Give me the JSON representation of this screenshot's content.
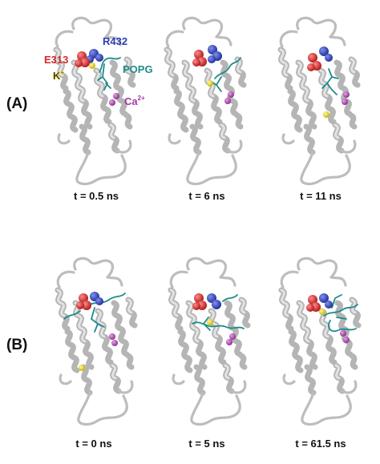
{
  "panels": [
    {
      "label": "(A)",
      "frames": [
        {
          "time": "t = 0.5 ns"
        },
        {
          "time": "t = 6 ns"
        },
        {
          "time": "t = 11 ns"
        }
      ]
    },
    {
      "label": "(B)",
      "frames": [
        {
          "time": "t = 0 ns"
        },
        {
          "time": "t = 5 ns"
        },
        {
          "time": "t = 61.5 ns"
        }
      ]
    }
  ],
  "annotations": {
    "r432": "R432",
    "e313": "E313",
    "popg": "POPG",
    "k_ion": "K",
    "k_charge": "+",
    "ca_ion": "Ca",
    "ca_charge": "2+"
  },
  "colors": {
    "r432": "#2b3fb0",
    "e313": "#d42a2a",
    "popg": "#1f8b8b",
    "k_ion": "#e8d21a",
    "ca_ion": "#a238a6",
    "protein": "#b5b5b5"
  }
}
